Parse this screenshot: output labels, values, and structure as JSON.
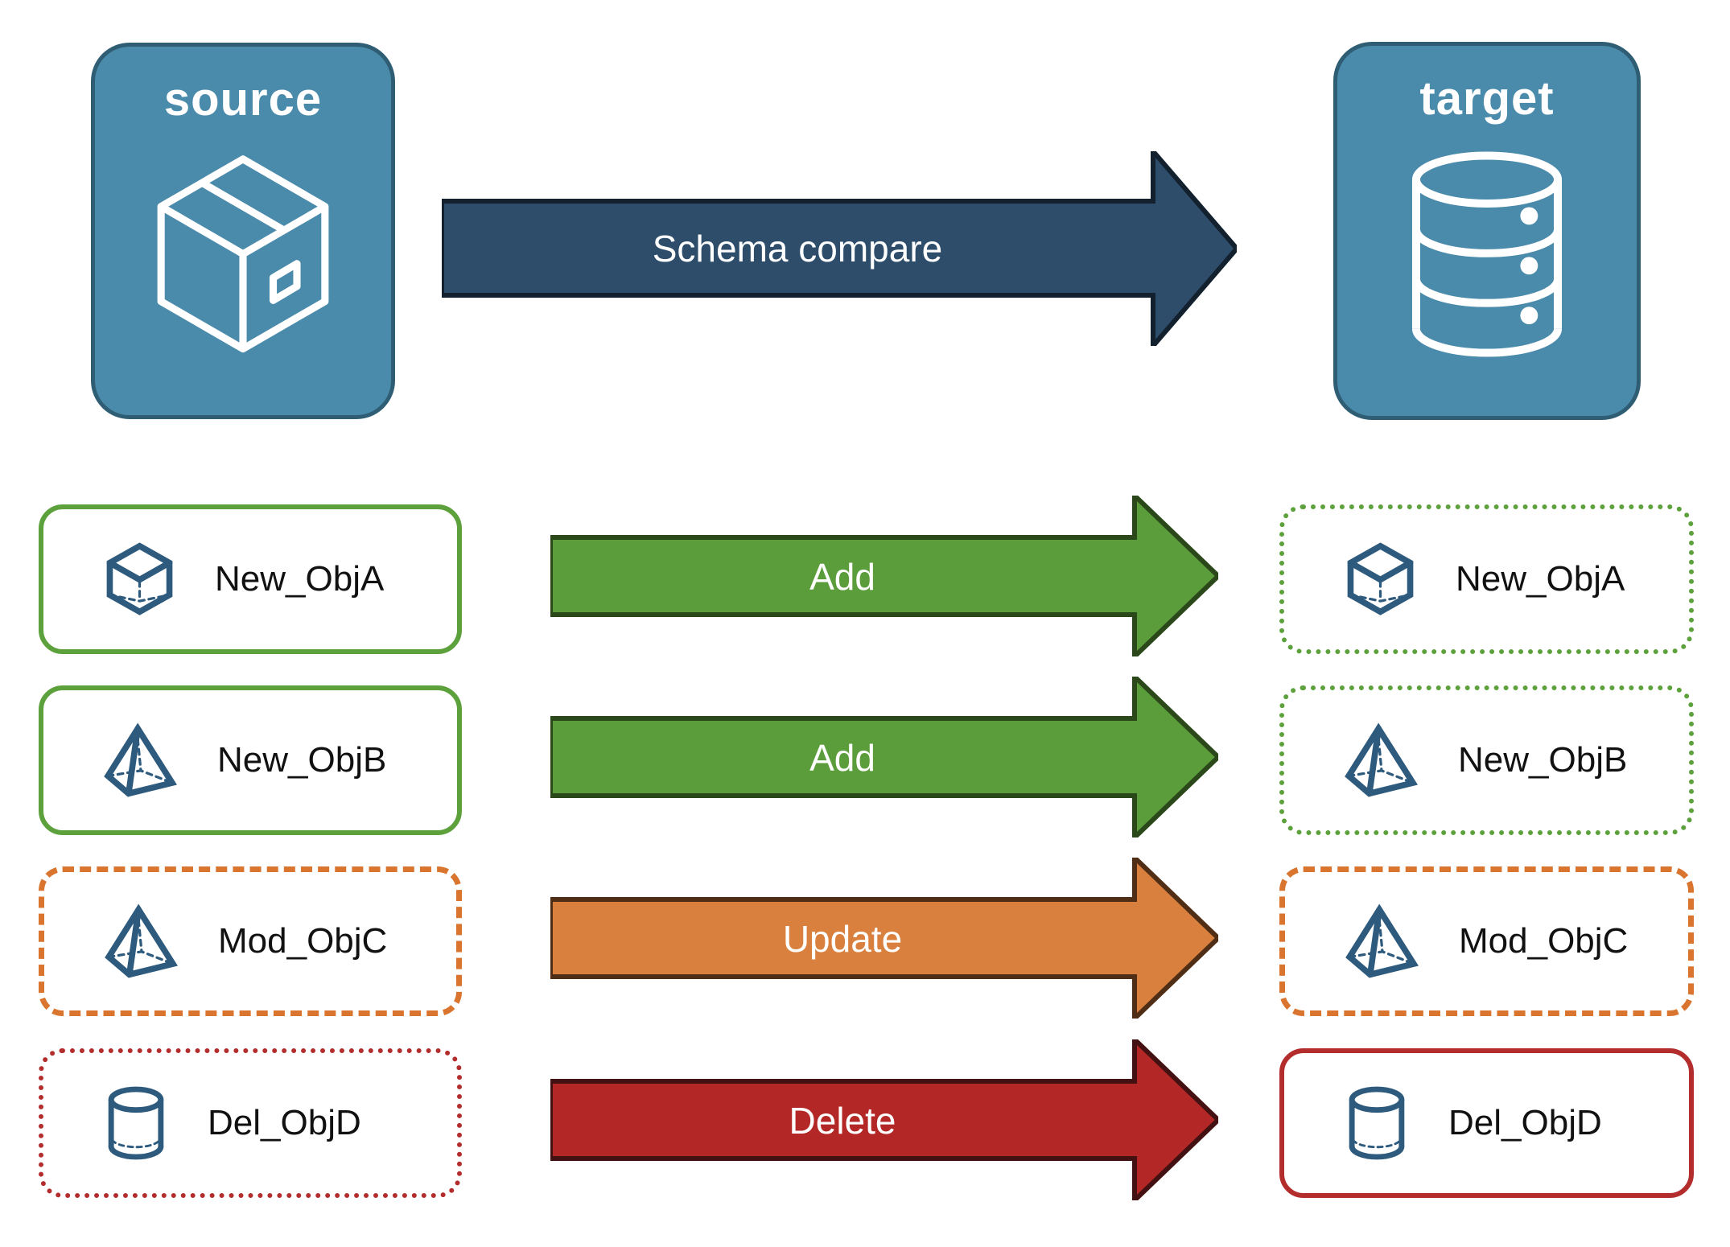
{
  "diagram": {
    "source_node": {
      "label": "source",
      "icon": "package-icon",
      "fill": "#4A8BAB"
    },
    "target_node": {
      "label": "target",
      "icon": "database-icon",
      "fill": "#4A8BAB"
    },
    "compare_arrow": {
      "label": "Schema compare",
      "fill": "#2E4D6B"
    },
    "rows": [
      {
        "source_label": "New_ObjA",
        "target_label": "New_ObjA",
        "icon": "cube-icon",
        "action": "Add",
        "action_fill": "#5B9D3B",
        "outline_color": "#5CA13B",
        "source_outline": "solid",
        "target_outline": "dotted"
      },
      {
        "source_label": "New_ObjB",
        "target_label": "New_ObjB",
        "icon": "pyramid-icon",
        "action": "Add",
        "action_fill": "#5B9D3B",
        "outline_color": "#5CA13B",
        "source_outline": "solid",
        "target_outline": "dotted"
      },
      {
        "source_label": "Mod_ObjC",
        "target_label": "Mod_ObjC",
        "icon": "pyramid-icon",
        "action": "Update",
        "action_fill": "#D9803F",
        "outline_color": "#D9752F",
        "source_outline": "dashed",
        "target_outline": "dashed"
      },
      {
        "source_label": "Del_ObjD",
        "target_label": "Del_ObjD",
        "icon": "cylinder-icon",
        "action": "Delete",
        "action_fill": "#B32727",
        "outline_color": "#B32D2D",
        "source_outline": "dotted",
        "target_outline": "solid"
      }
    ]
  }
}
